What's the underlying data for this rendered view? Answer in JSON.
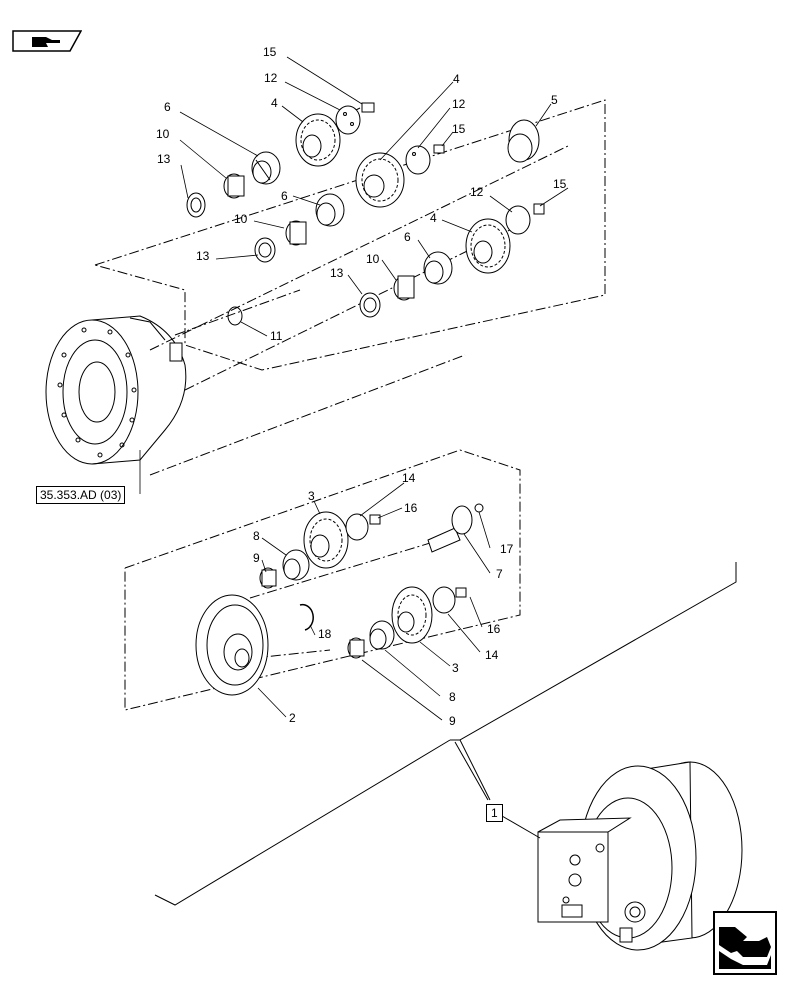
{
  "page_ref": "35.353.AD (03)",
  "assembly_ref": "1",
  "icons": {
    "sheet_icon": "sheet-flag-icon",
    "nav_icon": "next-page-icon"
  },
  "callouts": {
    "c1": "15",
    "c2": "12",
    "c3": "4",
    "c4": "6",
    "c5": "10",
    "c6": "13",
    "c7": "4",
    "c8": "12",
    "c9": "15",
    "c10": "5",
    "c11": "6",
    "c12": "10",
    "c13": "13",
    "c14": "12",
    "c15": "15",
    "c16": "4",
    "c17": "6",
    "c18": "10",
    "c19": "13",
    "c20": "11",
    "c21": "3",
    "c22": "14",
    "c23": "16",
    "c24": "8",
    "c25": "9",
    "c26": "17",
    "c27": "7",
    "c28": "16",
    "c29": "14",
    "c30": "18",
    "c31": "3",
    "c32": "8",
    "c33": "9",
    "c34": "2"
  }
}
